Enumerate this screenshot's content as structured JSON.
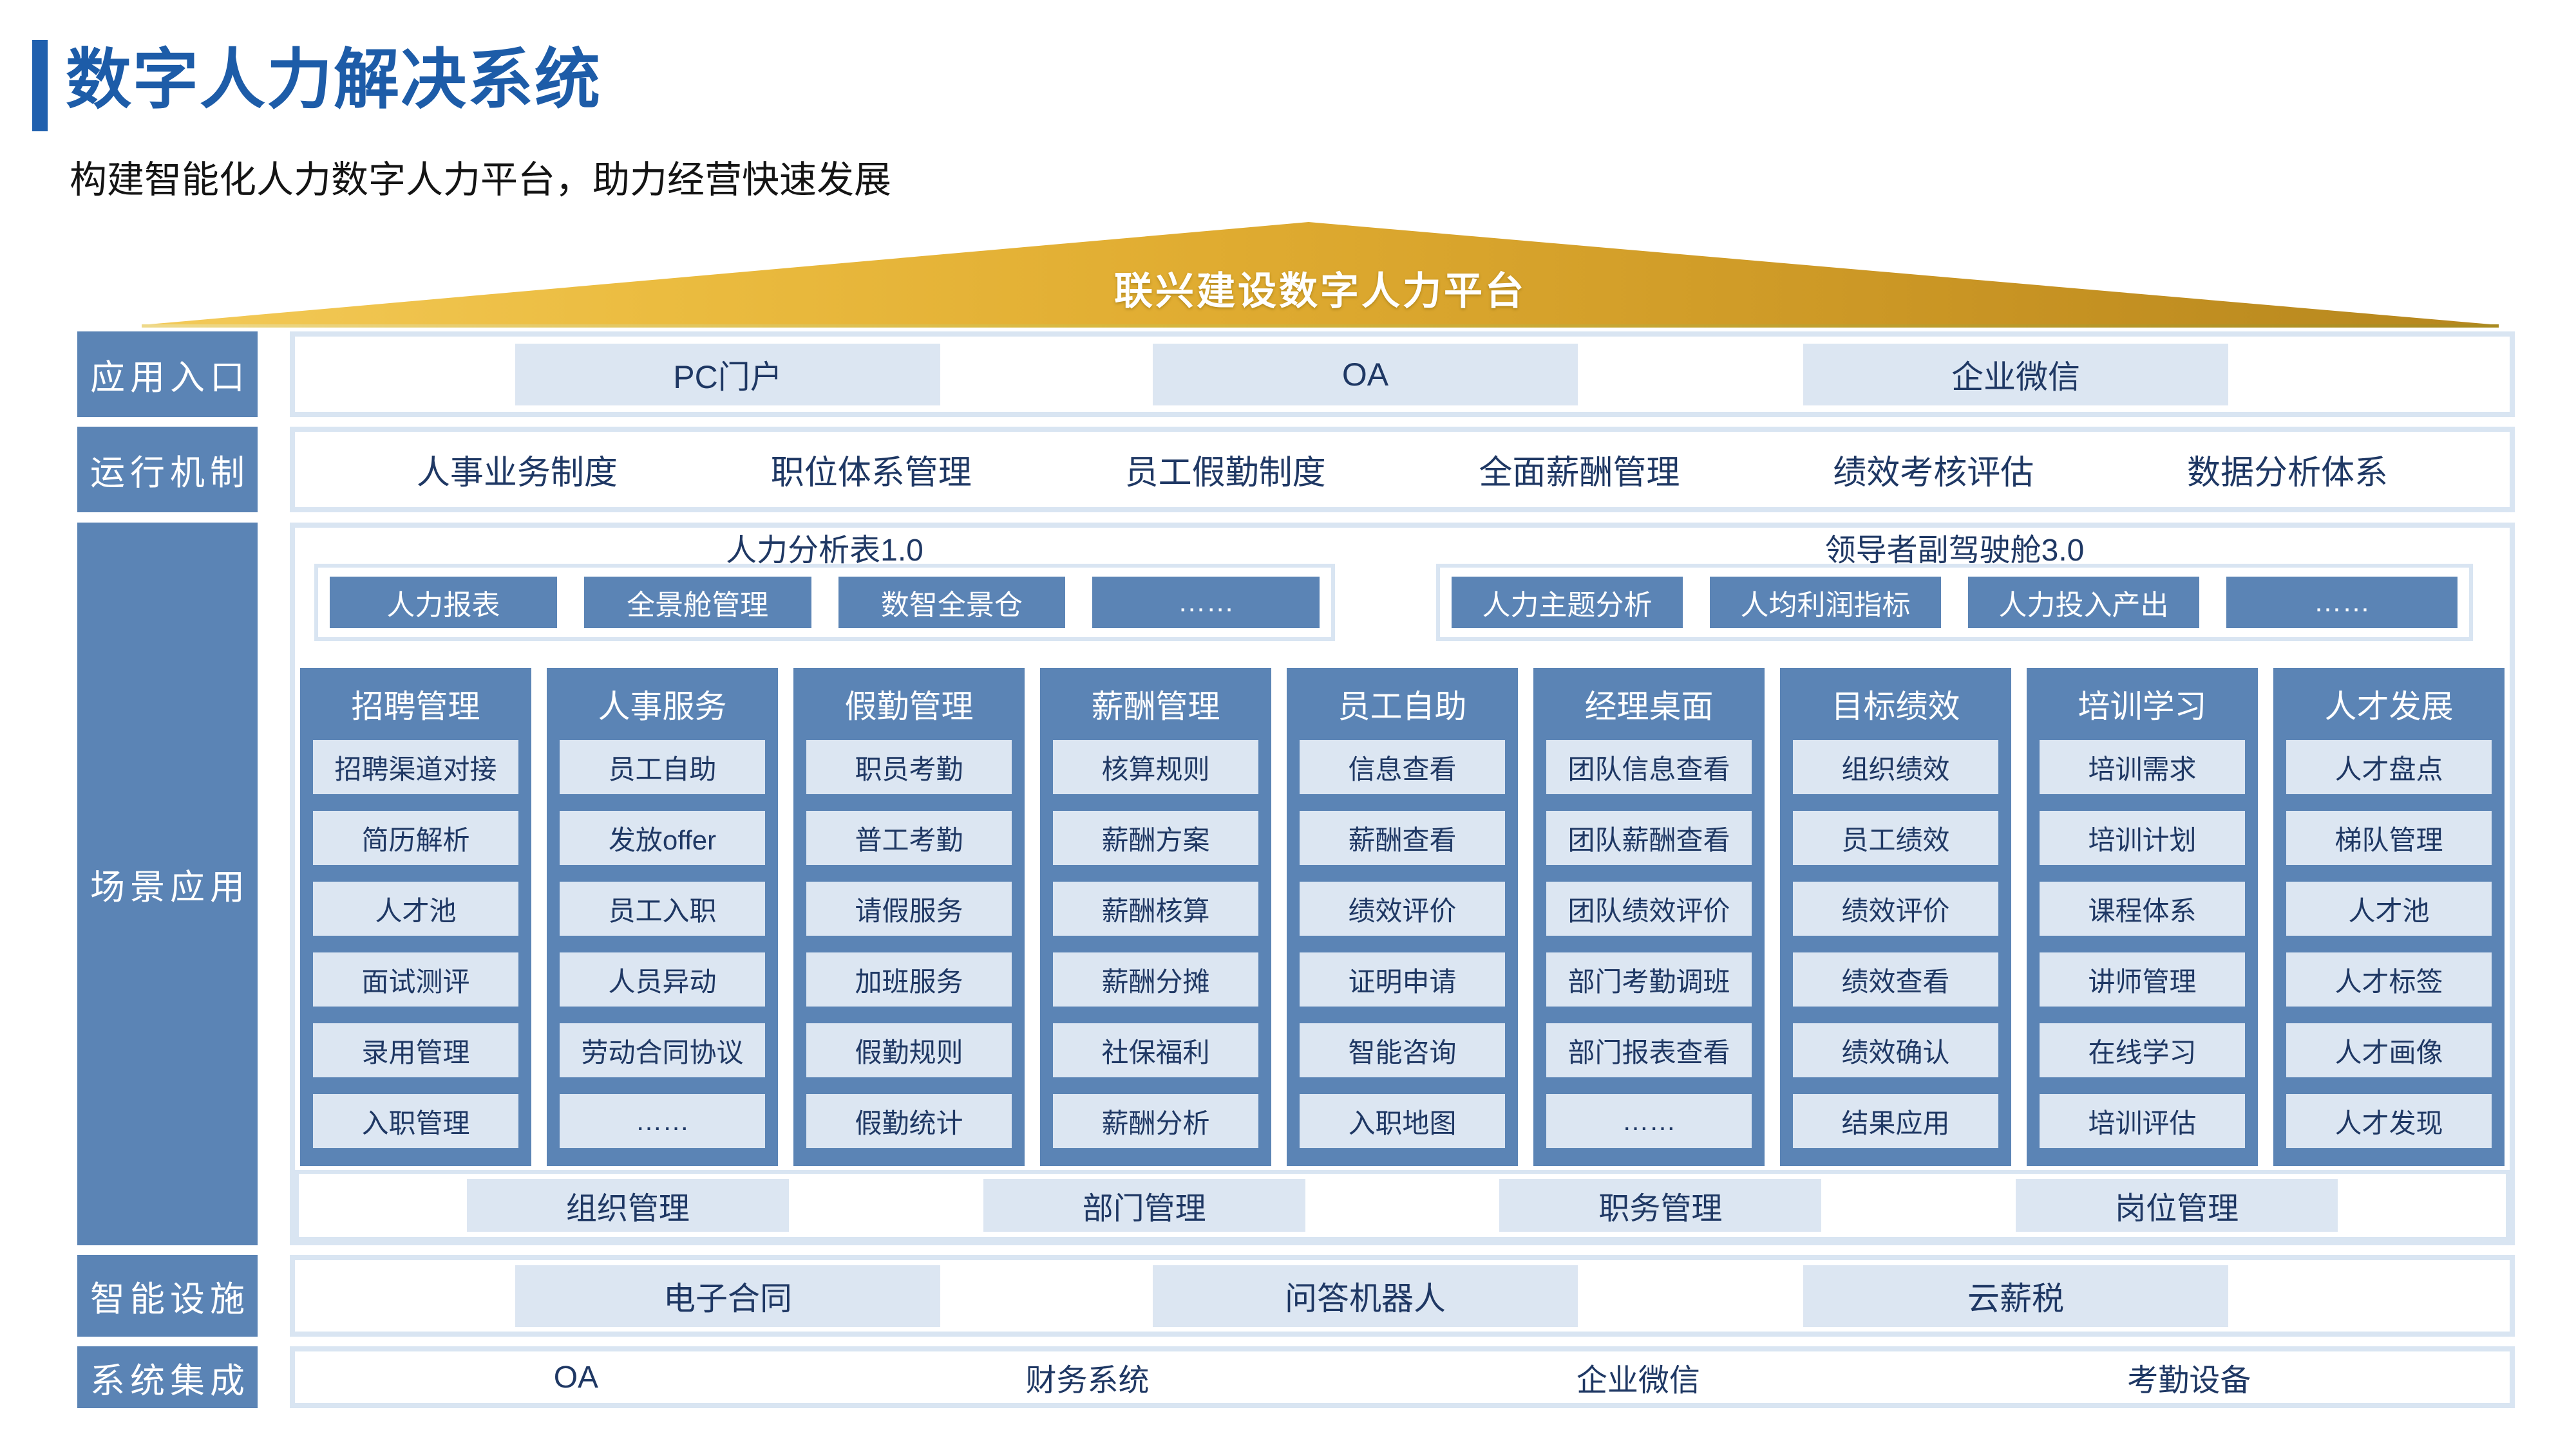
{
  "header": {
    "title": "数字人力解决系统",
    "subtitle": "构建智能化人力数字人力平台，助力经营快速发展"
  },
  "roof": {
    "label": "联兴建设数字人力平台"
  },
  "rows": {
    "app_entry": {
      "label": "应用入口",
      "items": [
        "PC门户",
        "OA",
        "企业微信"
      ]
    },
    "mechanism": {
      "label": "运行机制",
      "items": [
        "人事业务制度",
        "职位体系管理",
        "员工假勤制度",
        "全面薪酬管理",
        "绩效考核评估",
        "数据分析体系"
      ]
    },
    "scenario": {
      "label": "场景应用",
      "analysis": {
        "title": "人力分析表1.0",
        "items": [
          "人力报表",
          "全景舱管理",
          "数智全景仓",
          "……"
        ]
      },
      "cockpit": {
        "title": "领导者副驾驶舱3.0",
        "items": [
          "人力主题分析",
          "人均利润指标",
          "人力投入产出",
          "……"
        ]
      },
      "columns": [
        {
          "title": "招聘管理",
          "items": [
            "招聘渠道对接",
            "简历解析",
            "人才池",
            "面试测评",
            "录用管理",
            "入职管理"
          ]
        },
        {
          "title": "人事服务",
          "items": [
            "员工自助",
            "发放offer",
            "员工入职",
            "人员异动",
            "劳动合同协议",
            "……"
          ]
        },
        {
          "title": "假勤管理",
          "items": [
            "职员考勤",
            "普工考勤",
            "请假服务",
            "加班服务",
            "假勤规则",
            "假勤统计"
          ]
        },
        {
          "title": "薪酬管理",
          "items": [
            "核算规则",
            "薪酬方案",
            "薪酬核算",
            "薪酬分摊",
            "社保福利",
            "薪酬分析"
          ]
        },
        {
          "title": "员工自助",
          "items": [
            "信息查看",
            "薪酬查看",
            "绩效评价",
            "证明申请",
            "智能咨询",
            "入职地图"
          ]
        },
        {
          "title": "经理桌面",
          "items": [
            "团队信息查看",
            "团队薪酬查看",
            "团队绩效评价",
            "部门考勤调班",
            "部门报表查看",
            "……"
          ]
        },
        {
          "title": "目标绩效",
          "items": [
            "组织绩效",
            "员工绩效",
            "绩效评价",
            "绩效查看",
            "绩效确认",
            "结果应用"
          ]
        },
        {
          "title": "培训学习",
          "items": [
            "培训需求",
            "培训计划",
            "课程体系",
            "讲师管理",
            "在线学习",
            "培训评估"
          ]
        },
        {
          "title": "人才发展",
          "items": [
            "人才盘点",
            "梯队管理",
            "人才池",
            "人才标签",
            "人才画像",
            "人才发现"
          ]
        }
      ],
      "org_items": [
        "组织管理",
        "部门管理",
        "职务管理",
        "岗位管理"
      ]
    },
    "facilities": {
      "label": "智能设施",
      "items": [
        "电子合同",
        "问答机器人",
        "云薪税"
      ]
    },
    "integration": {
      "label": "系统集成",
      "items": [
        "OA",
        "财务系统",
        "企业微信",
        "考勤设备"
      ]
    }
  },
  "colors": {
    "title_blue": "#1D5CA8",
    "steel_blue": "#5B84B5",
    "light_blue_box": "#DCE6F2",
    "panel_border": "#D9E5F2",
    "navy_text": "#1F3864",
    "roof_gold": "#D4A02A",
    "text_white": "#FFFFFF"
  }
}
